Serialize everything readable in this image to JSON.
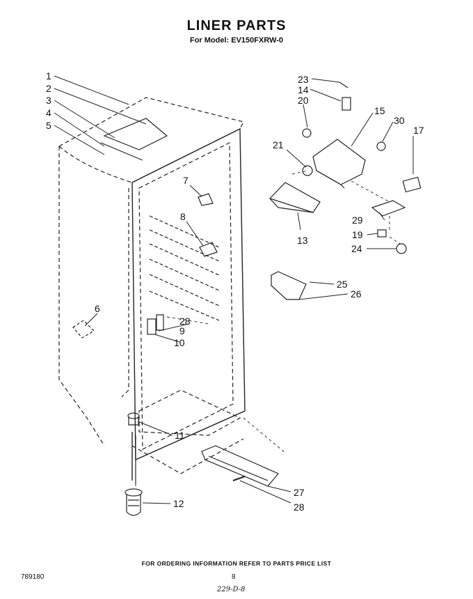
{
  "header": {
    "title": "LINER PARTS",
    "subtitle": "For Model: EV150FXRW-0"
  },
  "callouts": [
    "1",
    "2",
    "3",
    "4",
    "5",
    "6",
    "7",
    "8",
    "9",
    "10",
    "11",
    "12",
    "13",
    "14",
    "15",
    "17",
    "19",
    "20",
    "21",
    "23",
    "24",
    "25",
    "26",
    "27",
    "28",
    "28",
    "29",
    "30"
  ],
  "footer": {
    "note": "FOR ORDERING INFORMATION REFER TO PARTS PRICE LIST",
    "doc_number": "789180",
    "page_number": "8",
    "handwritten": "229-D-8"
  }
}
